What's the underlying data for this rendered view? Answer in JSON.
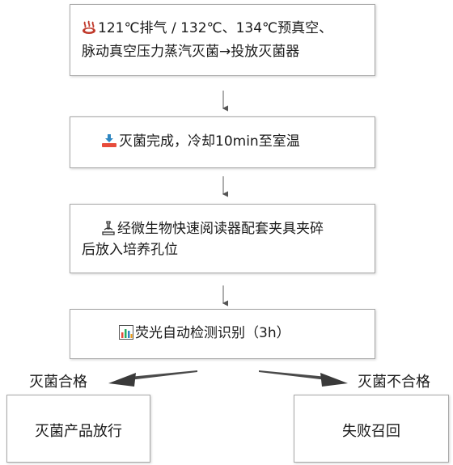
{
  "steps": [
    {
      "icon": "hot-springs-icon",
      "line1": "121℃排气 / 132℃、134℃预真空、",
      "line2": "脉动真空压力蒸汽灭菌→投放灭菌器"
    },
    {
      "icon": "cooling-icon",
      "line1": "灭菌完成，冷却10min至室温"
    },
    {
      "icon": "microscope-icon",
      "line1": "经微生物快速阅读器配套夹具夹碎",
      "line2": "后放入培养孔位"
    },
    {
      "icon": "bar-chart-icon",
      "line1": "荧光自动检测识别（3h）"
    }
  ],
  "branches": {
    "left_label": "灭菌合格",
    "right_label": "灭菌不合格",
    "left_result": "灭菌产品放行",
    "right_result": "失败召回"
  }
}
